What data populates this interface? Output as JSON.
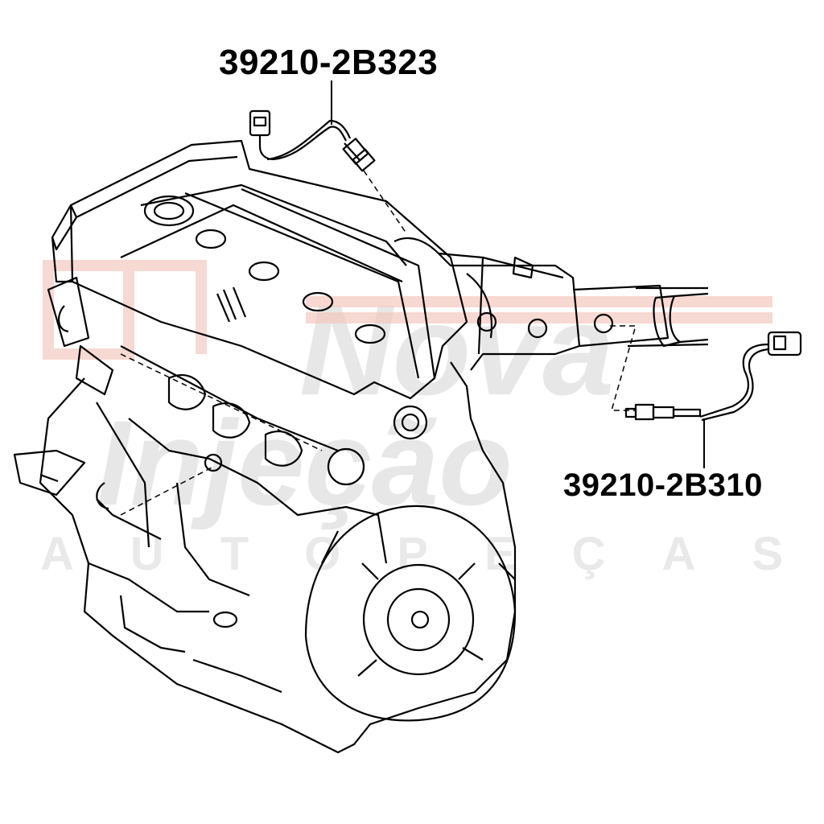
{
  "parts": {
    "upper_sensor": {
      "part_number": "39210-2B323"
    },
    "lower_sensor": {
      "part_number": "39210-2B310"
    }
  },
  "watermark": {
    "line1": "Nova",
    "line2": "Injeção",
    "line3": "AUTOPEÇAS",
    "color": "#e04a2a"
  },
  "colors": {
    "ink": "#000000",
    "background": "#ffffff"
  }
}
